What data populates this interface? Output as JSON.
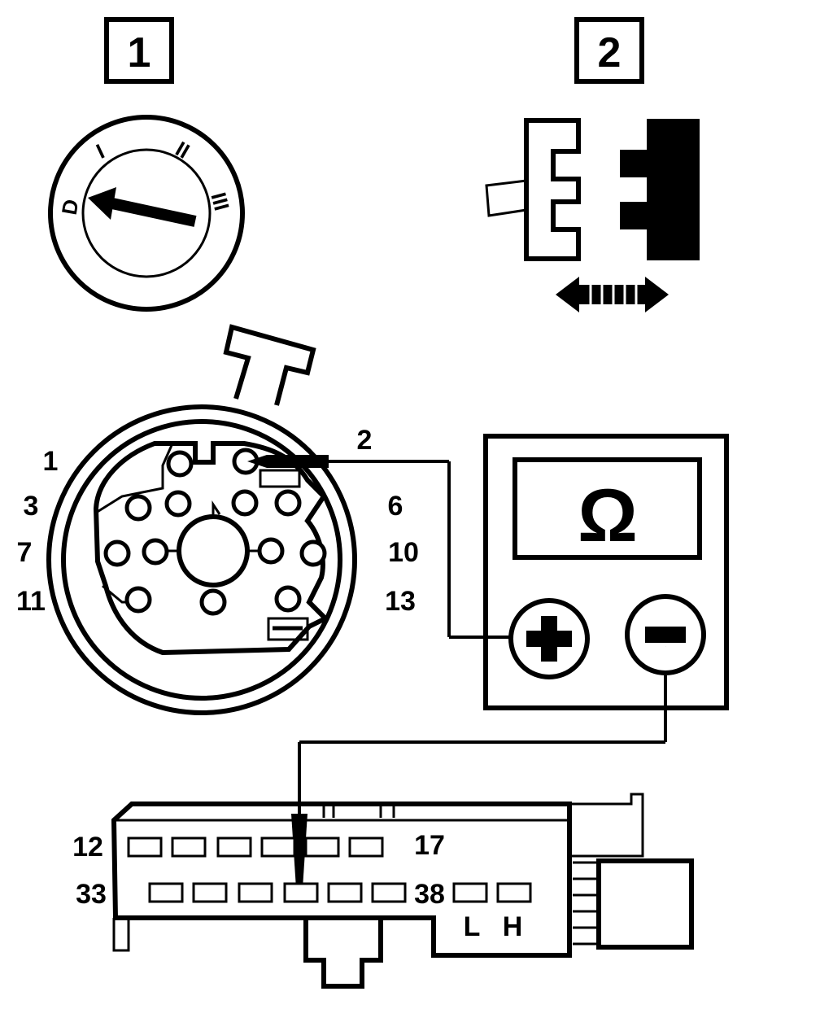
{
  "step_labels": [
    "1",
    "2"
  ],
  "ignition_positions": [
    "D",
    "I",
    "II",
    "III"
  ],
  "switch_pins": {
    "left": [
      "1",
      "3",
      "7",
      "11"
    ],
    "right": [
      "2",
      "6",
      "10",
      "13"
    ]
  },
  "meter": {
    "symbol": "Ω",
    "positive": "+",
    "negative": "−"
  },
  "connector": {
    "row1_left": "12",
    "row1_right": "17",
    "row2_left": "33",
    "row2_mid": "38",
    "can_low": "L",
    "can_high": "H"
  }
}
